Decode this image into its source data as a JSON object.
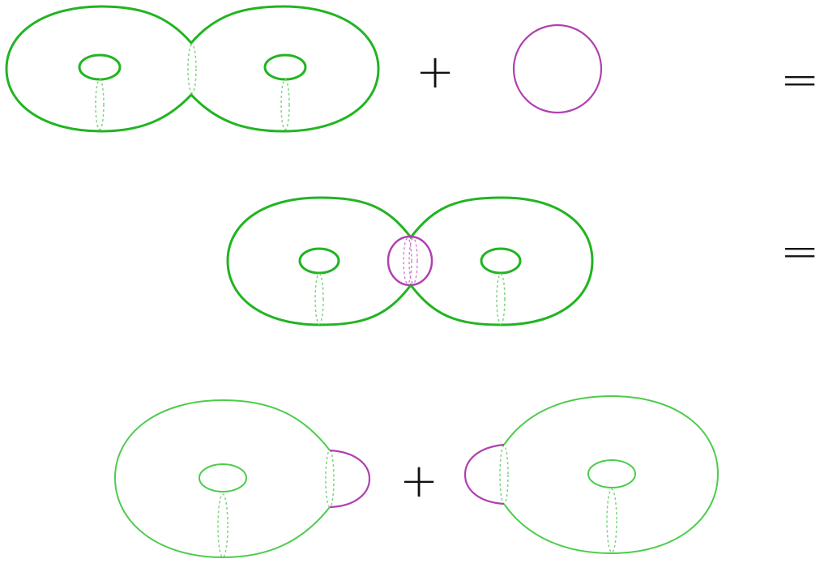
{
  "symbols": {
    "plus": "+",
    "equals": "="
  },
  "colors": {
    "surface": "#22b422",
    "surface_light": "#4ccc4c",
    "sphere": "#b040b0",
    "dashed": "#7cd67c",
    "dashed_sphere": "#cc77cc",
    "symbol": "#111111"
  },
  "rows": [
    {
      "id": "row-1",
      "items": [
        "genus-two-surface",
        "plus-sign",
        "sphere",
        "equals-sign"
      ]
    },
    {
      "id": "row-2",
      "items": [
        "genus-two-surface-with-sphere-at-neck",
        "equals-sign"
      ]
    },
    {
      "id": "row-3",
      "items": [
        "torus-with-cap",
        "plus-sign",
        "torus-with-cap"
      ]
    }
  ]
}
